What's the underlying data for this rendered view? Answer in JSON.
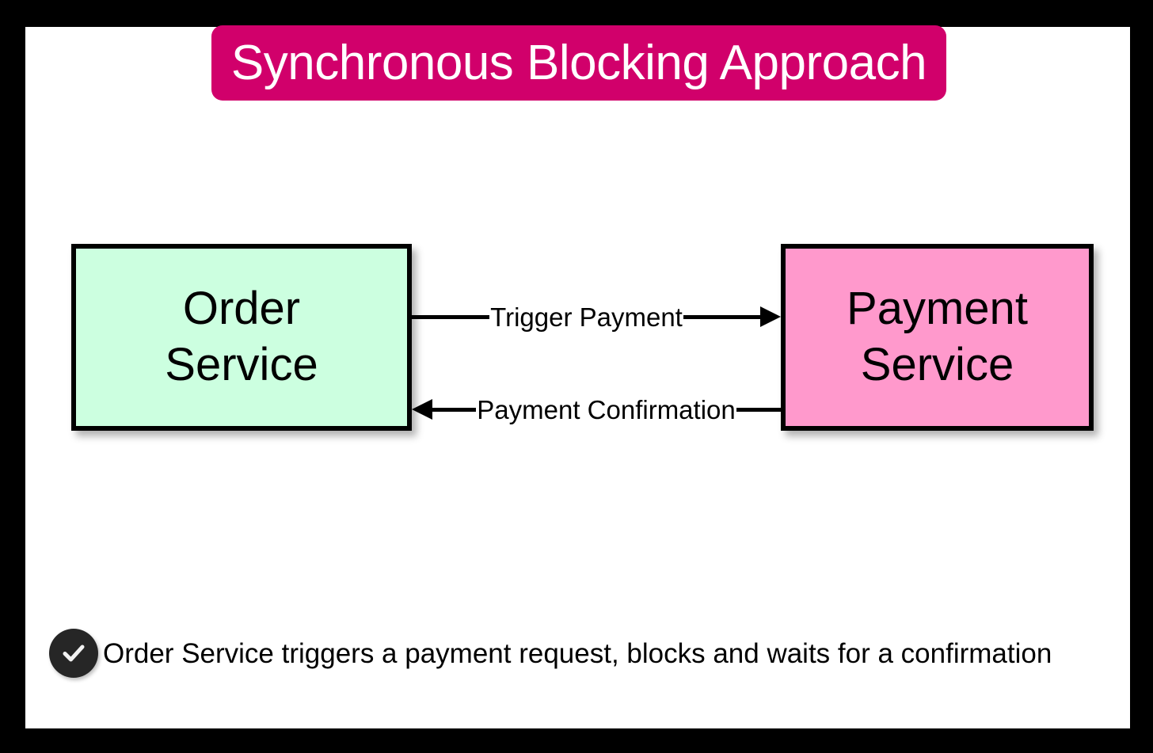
{
  "diagram": {
    "title": "Synchronous Blocking Approach",
    "title_background": "#d1006b",
    "title_color": "#ffffff",
    "canvas_background": "#ffffff",
    "frame_color": "#000000",
    "nodes": [
      {
        "id": "order-service",
        "line1": "Order",
        "line2": "Service",
        "fill": "#ccffe0",
        "border": "#000000"
      },
      {
        "id": "payment-service",
        "line1": "Payment",
        "line2": "Service",
        "fill": "#ff99cc",
        "border": "#000000"
      }
    ],
    "edges": [
      {
        "id": "trigger-payment",
        "label": "Trigger Payment",
        "from": "order-service",
        "to": "payment-service",
        "direction": "right"
      },
      {
        "id": "payment-confirmation",
        "label": "Payment Confirmation",
        "from": "payment-service",
        "to": "order-service",
        "direction": "left"
      }
    ],
    "footer": {
      "icon": "check-circle-icon",
      "icon_background": "#262626",
      "icon_color": "#f2f2f2",
      "text": "Order Service triggers a payment request, blocks and waits for a confirmation"
    }
  }
}
